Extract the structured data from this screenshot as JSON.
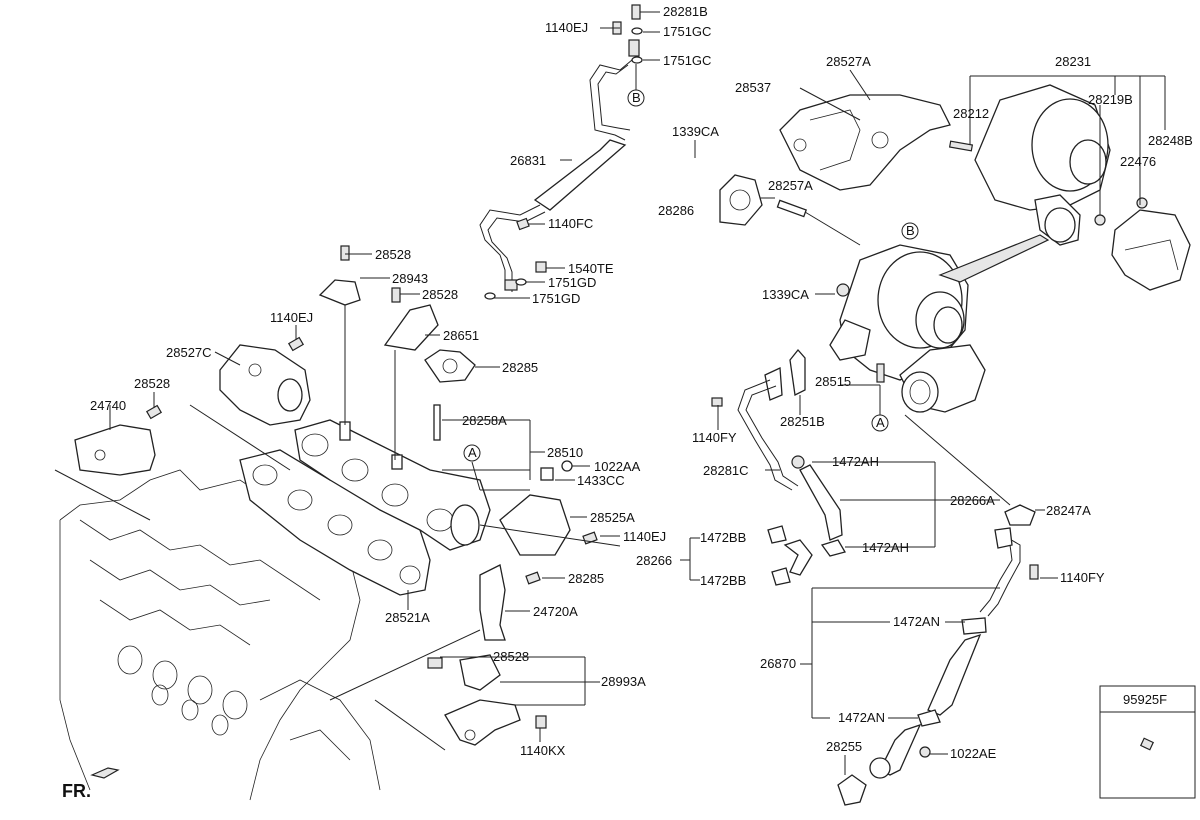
{
  "labels": {
    "p28281B": "28281B",
    "p1140EJ_top": "1140EJ",
    "p1751GC_a": "1751GC",
    "p1751GC_b": "1751GC",
    "circB_top": "B",
    "p26831": "26831",
    "p1140FC": "1140FC",
    "p1540TE": "1540TE",
    "p1751GD_a": "1751GD",
    "p1751GD_b": "1751GD",
    "p28527A": "28527A",
    "p28537": "28537",
    "p28231": "28231",
    "p28212": "28212",
    "p28219B": "28219B",
    "p28248B": "28248B",
    "p22476": "22476",
    "p1339CA_a": "1339CA",
    "p28257A": "28257A",
    "p28286": "28286",
    "circB_turbo": "B",
    "p1339CA_b": "1339CA",
    "p28515": "28515",
    "circA_turbo": "A",
    "p28251B": "28251B",
    "p1140FY_a": "1140FY",
    "p28528_a": "28528",
    "p28943": "28943",
    "p28528_b": "28528",
    "p1140EJ_left": "1140EJ",
    "p28651": "28651",
    "p28527C": "28527C",
    "p28285_a": "28285",
    "p28528_c": "28528",
    "p24740": "24740",
    "p28258A": "28258A",
    "p28510": "28510",
    "p1022AA": "1022AA",
    "circA_mid": "A",
    "p1433CC": "1433CC",
    "p28525A": "28525A",
    "p1140EJ_mid": "1140EJ",
    "p28285_b": "28285",
    "p24720A": "24720A",
    "p28521A": "28521A",
    "p28528_d": "28528",
    "p28993A": "28993A",
    "p1140KX": "1140KX",
    "p28281C": "28281C",
    "p1472AH_a": "1472AH",
    "p28266A": "28266A",
    "p1472AH_b": "1472AH",
    "p1472BB_a": "1472BB",
    "p28266": "28266",
    "p1472BB_b": "1472BB",
    "p28247A": "28247A",
    "p1140FY_b": "1140FY",
    "p1472AN_a": "1472AN",
    "p26870": "26870",
    "p1472AN_b": "1472AN",
    "p28255": "28255",
    "p1022AE": "1022AE",
    "p95925F": "95925F",
    "fr": "FR."
  }
}
